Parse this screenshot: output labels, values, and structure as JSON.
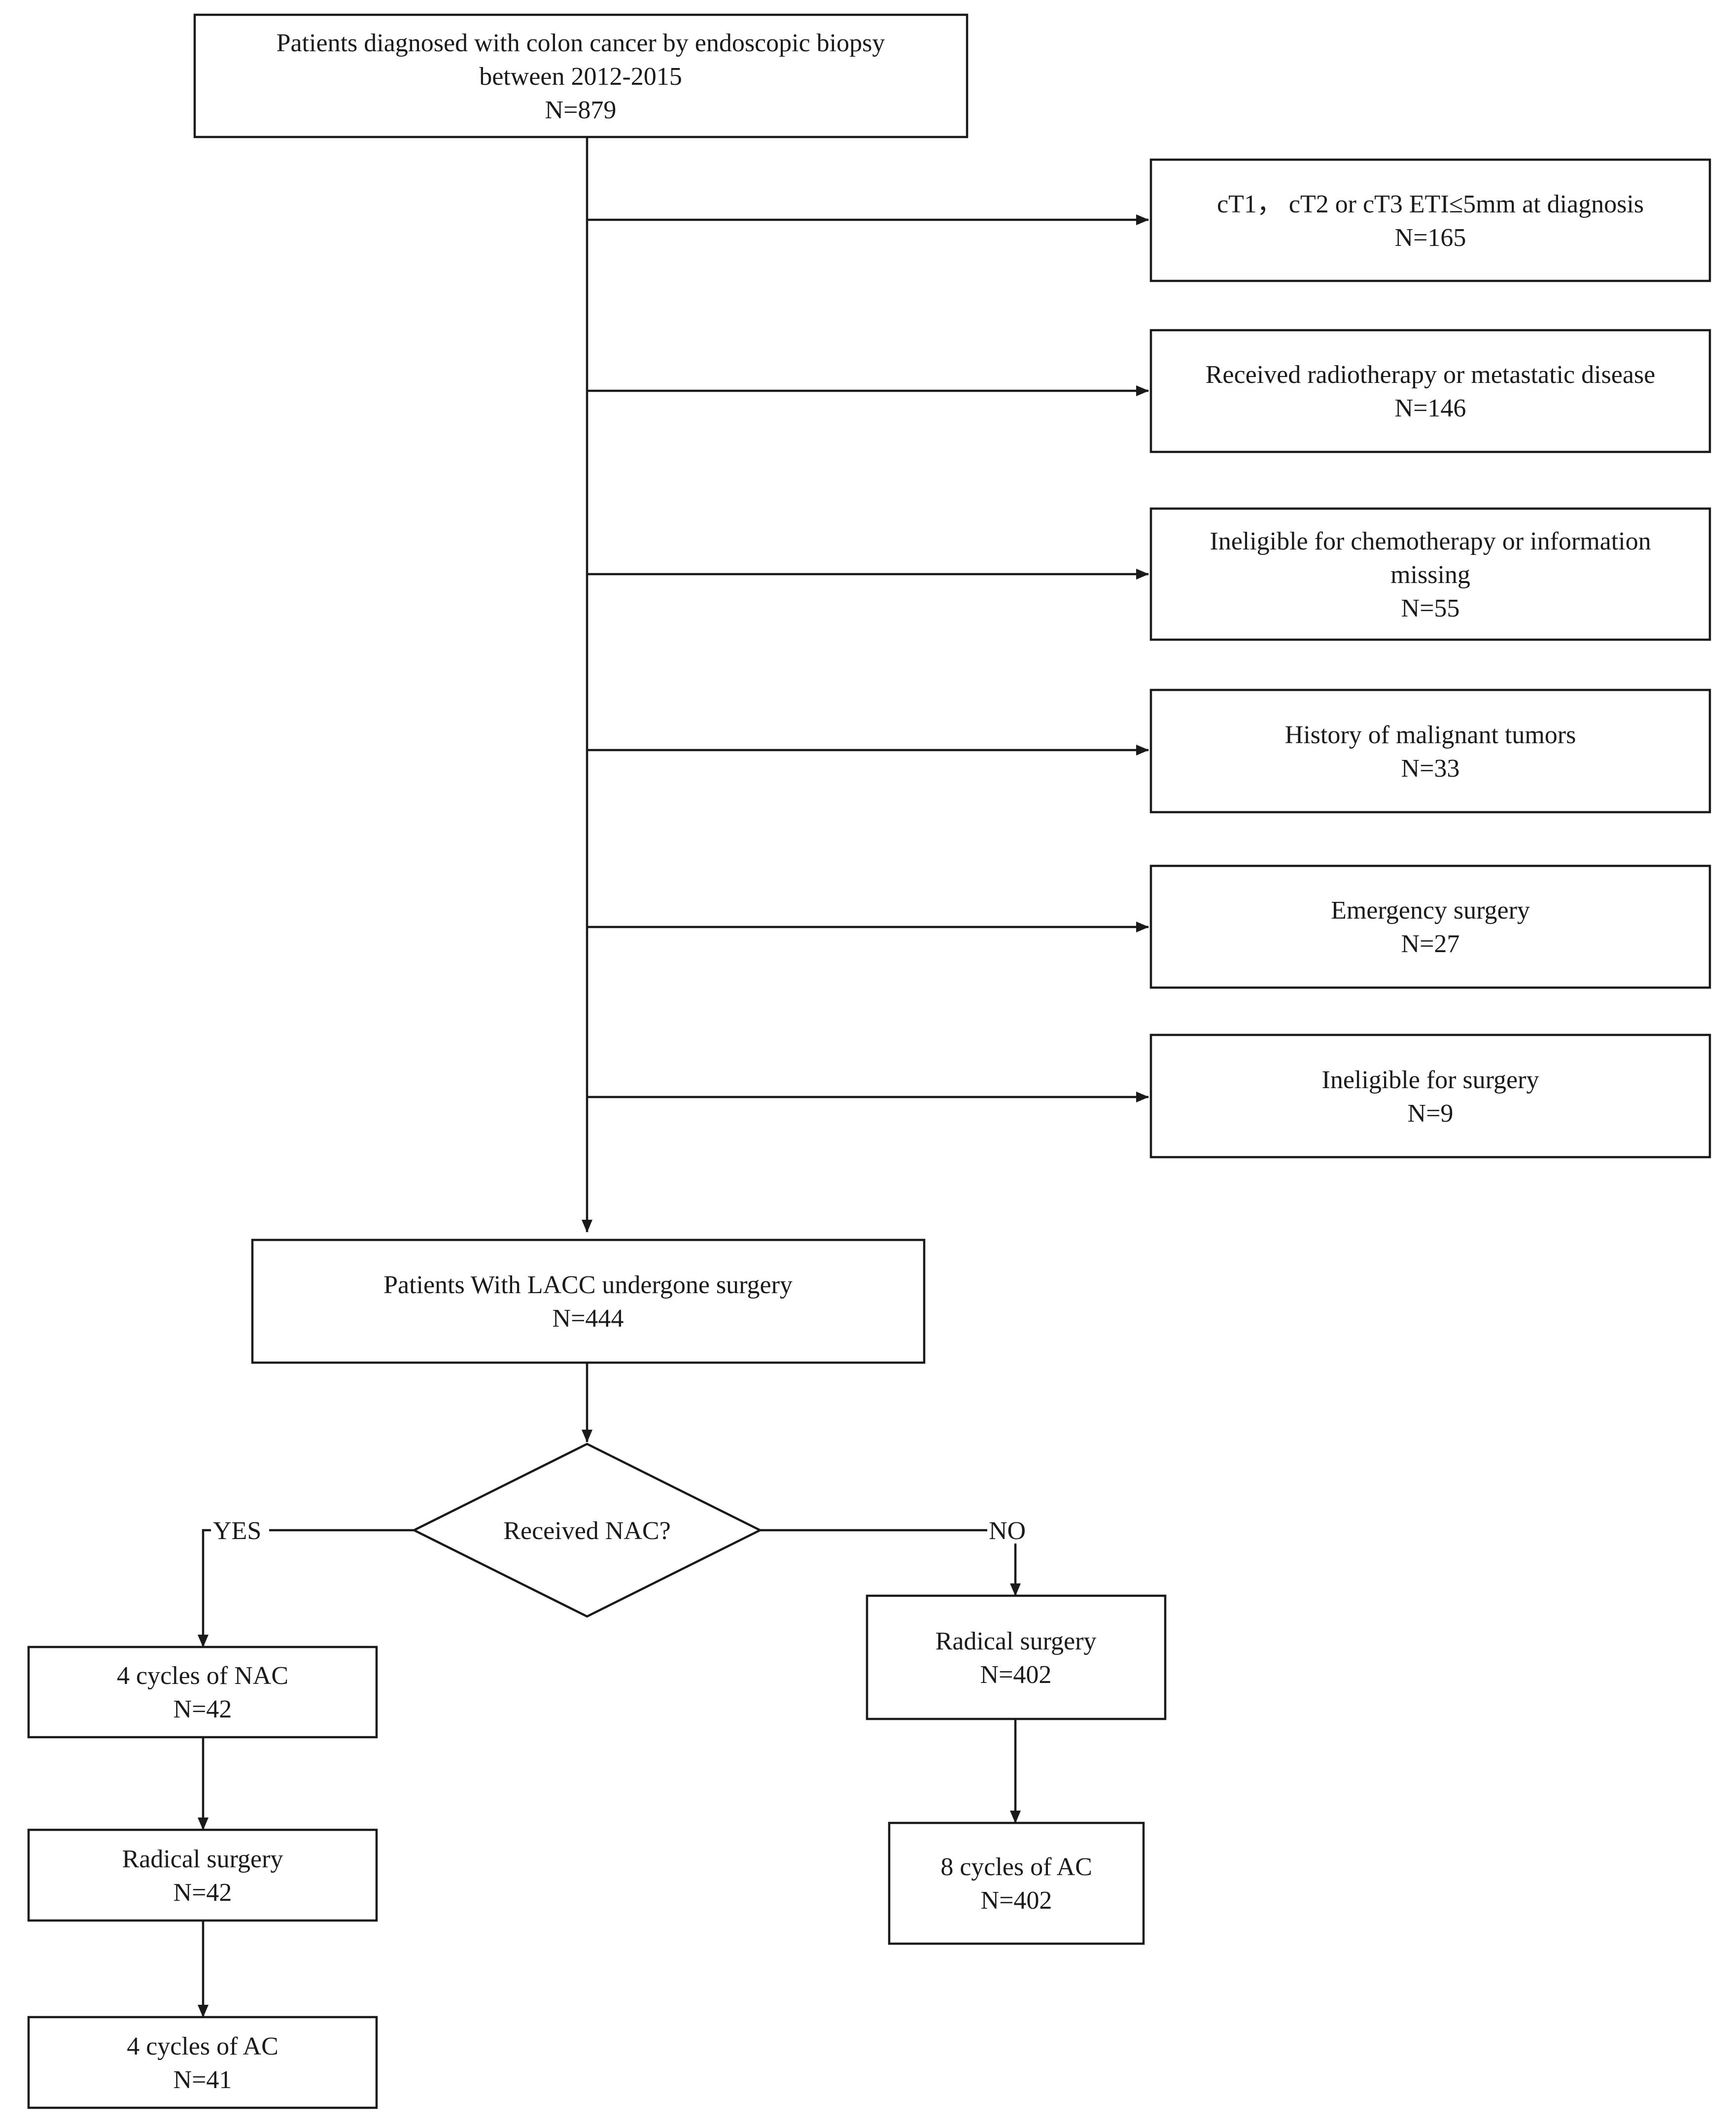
{
  "boxes": {
    "start": {
      "lines": [
        "Patients diagnosed with colon cancer by endoscopic biopsy",
        "between 2012-2015",
        "N=879"
      ]
    },
    "excl1": {
      "lines": [
        "cT1， cT2 or cT3 ETI≤5mm at diagnosis",
        "N=165"
      ]
    },
    "excl2": {
      "lines": [
        "Received radiotherapy or metastatic disease",
        "N=146"
      ]
    },
    "excl3": {
      "lines": [
        "Ineligible for chemotherapy or information",
        "missing",
        "N=55"
      ]
    },
    "excl4": {
      "lines": [
        "History of malignant tumors",
        "N=33"
      ]
    },
    "excl5": {
      "lines": [
        "Emergency surgery",
        "N=27"
      ]
    },
    "excl6": {
      "lines": [
        "Ineligible for surgery",
        "N=9"
      ]
    },
    "lacc": {
      "lines": [
        "Patients With LACC  undergone surgery",
        "N=444"
      ]
    },
    "decision": {
      "lines": [
        "Received NAC?"
      ]
    },
    "nac": {
      "lines": [
        "4 cycles of NAC",
        "N=42"
      ]
    },
    "radical_yes": {
      "lines": [
        "Radical surgery",
        "N=42"
      ]
    },
    "ac_yes": {
      "lines": [
        "4 cycles of AC",
        "N=41"
      ]
    },
    "radical_no": {
      "lines": [
        "Radical surgery",
        "N=402"
      ]
    },
    "ac_no": {
      "lines": [
        "8 cycles of AC",
        "N=402"
      ]
    }
  },
  "branch_labels": {
    "yes": "YES",
    "no": "NO"
  },
  "colors": {
    "stroke": "#1a1a1a",
    "fill": "#ffffff",
    "text": "#1a1a1a"
  }
}
